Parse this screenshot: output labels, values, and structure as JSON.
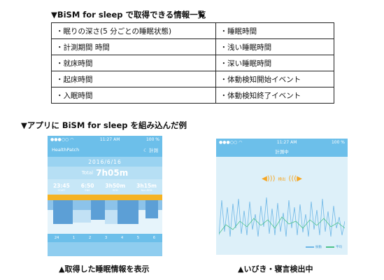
{
  "section1": {
    "title": "▼BiSM for sleep で取得できる情報一覧"
  },
  "table": {
    "left": [
      "・眠りの深さ(5 分ごとの睡眠状態)",
      "・計測期間 時間",
      "・就床時間",
      "・起床時間",
      "・入眠時間"
    ],
    "right": [
      "・睡眠時間",
      "・浅い睡眠時間",
      "・深い睡眠時間",
      "・体動検知開始イベント",
      "・体動検知終了イベント"
    ]
  },
  "section2": {
    "title": "▼アプリに BiSM for sleep を組み込んだ例"
  },
  "phone1": {
    "status_time": "11:27 AM",
    "status_battery": "100 %",
    "app_name": "HealthPatch",
    "measure_label": "計測",
    "date": "2016/6/16",
    "total_label": "Total",
    "total_value": "7h05m",
    "stats": [
      {
        "value": "23:45",
        "label": "START"
      },
      {
        "value": "6:50",
        "label": "END"
      },
      {
        "value": "3h50m",
        "label": "REM"
      },
      {
        "value": "3h15m",
        "label": "Non-REM"
      }
    ],
    "axis": [
      "24",
      "1",
      "2",
      "3",
      "4",
      "5",
      "6"
    ],
    "colors": {
      "orange": "#f5b324",
      "deep": "#5c9fd6",
      "mid": "#8cc3ea",
      "light": "#c2e1f5"
    }
  },
  "phone2": {
    "status_time": "11:27 AM",
    "status_battery": "100 %",
    "header": "計測中",
    "sound_label": "検出",
    "legend": [
      "振動",
      "平均"
    ]
  },
  "caption1": "▲取得した睡眠情報を表示",
  "caption2": "▲いびき・寝言検出中"
}
